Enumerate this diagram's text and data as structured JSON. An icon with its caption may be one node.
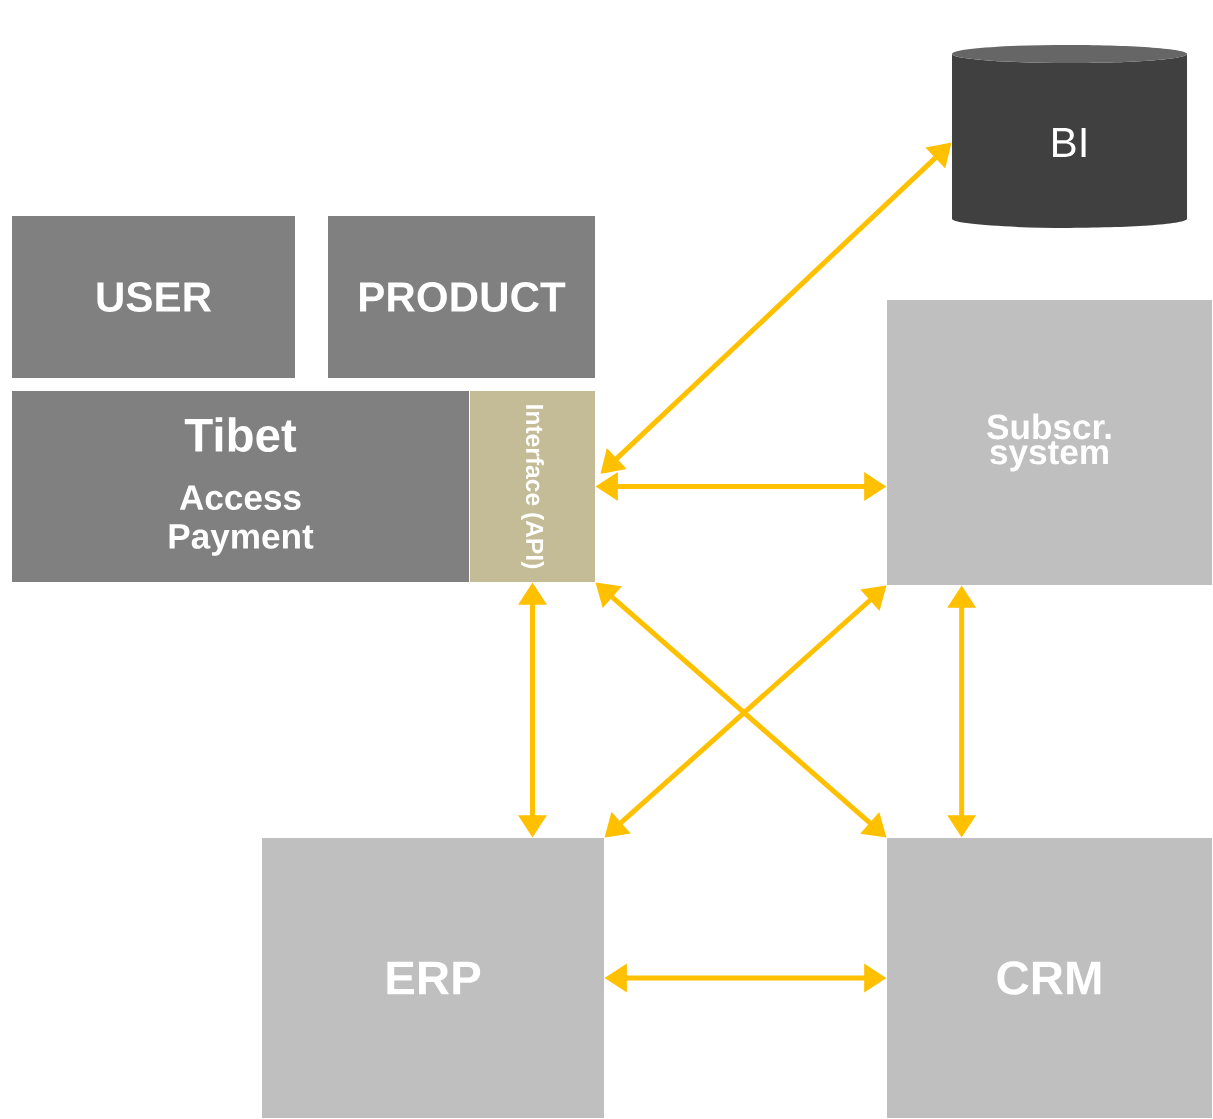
{
  "diagram": {
    "nodes": [
      {
        "text": [
          "USER"
        ]
      },
      {
        "text": [
          "PRODUCT"
        ]
      },
      {
        "text": [
          "Tibet",
          "Access",
          "Payment"
        ]
      },
      {
        "text": [
          "Interface (API)"
        ]
      },
      {
        "text": [
          "BI"
        ]
      },
      {
        "text": [
          "Subscr. system"
        ]
      },
      {
        "text": [
          "ERP"
        ]
      },
      {
        "text": [
          "CRM"
        ]
      }
    ],
    "edges": [
      {
        "from": 3,
        "to": 4,
        "arrow": "both"
      },
      {
        "from": 3,
        "to": 5,
        "arrow": "both"
      },
      {
        "from": 3,
        "to": 6,
        "arrow": "both"
      },
      {
        "from": 3,
        "to": 7,
        "arrow": "both"
      },
      {
        "from": 5,
        "to": 6,
        "arrow": "both"
      },
      {
        "from": 5,
        "to": 7,
        "arrow": "both"
      },
      {
        "from": 6,
        "to": 7,
        "arrow": "both"
      }
    ]
  }
}
